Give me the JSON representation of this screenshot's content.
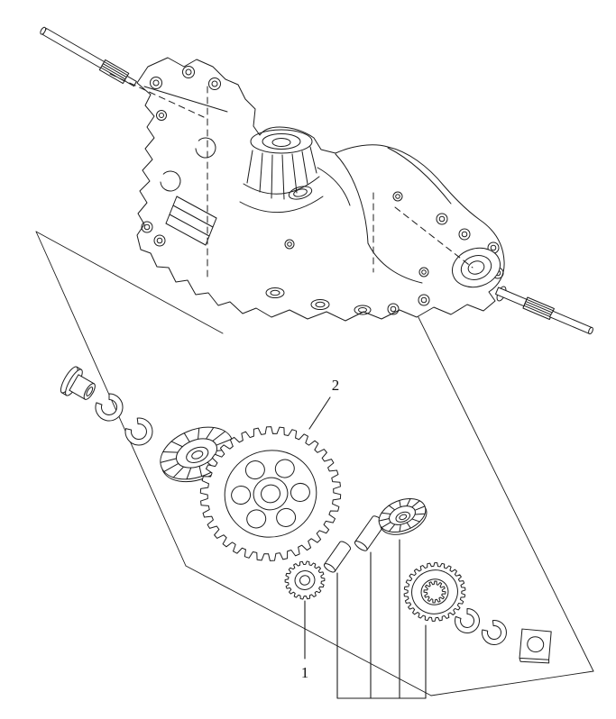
{
  "diagram": {
    "type": "exploded_parts_view",
    "background_color": "#ffffff",
    "line_color": "#1c1c1c",
    "callouts": [
      {
        "label": "1"
      },
      {
        "label": "2"
      }
    ],
    "components": [
      "transaxle-housing",
      "left-axle-shaft",
      "right-axle-shaft",
      "flanged-bushing",
      "retainer-clip",
      "retainer-clip",
      "bevel-side-gear",
      "differential-ring-gear",
      "spacer-washer-gear",
      "cross-pin",
      "cross-pin",
      "bevel-side-gear",
      "splined-output-gear",
      "retainer-clip",
      "retainer-clip",
      "square-bearing-washer"
    ]
  }
}
